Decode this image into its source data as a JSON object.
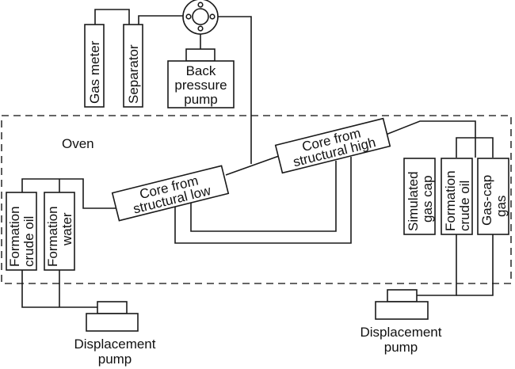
{
  "diagram": {
    "type": "process-schematic",
    "region_label": "Oven",
    "components": {
      "gas_meter": "Gas meter",
      "separator": "Separator",
      "back_pressure_valve": "back-pressure-valve",
      "back_pressure_pump": [
        "Back",
        "pressure",
        "pump"
      ],
      "core_low": [
        "Core from",
        "structural low"
      ],
      "core_high": [
        "Core from",
        "structural high"
      ],
      "left_formation_crude_oil": [
        "Formation",
        "crude oil"
      ],
      "left_formation_water": [
        "Formation",
        "water"
      ],
      "simulated_gas_cap": [
        "Simulated",
        "gas cap"
      ],
      "right_formation_crude_oil": [
        "Formation",
        "crude oil"
      ],
      "gas_cap_gas": [
        "Gas-cap",
        "gas"
      ],
      "left_displacement_pump": [
        "Displacement",
        "pump"
      ],
      "right_displacement_pump": [
        "Displacement",
        "pump"
      ]
    },
    "colors": {
      "stroke": "#1a1a1a",
      "background": "#ffffff"
    }
  }
}
